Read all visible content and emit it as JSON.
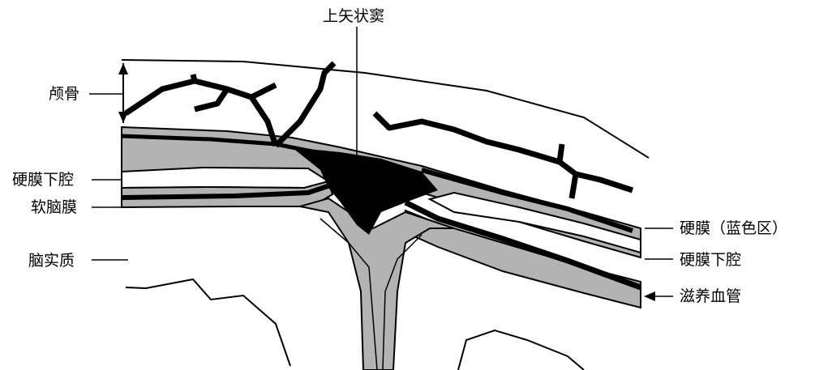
{
  "diagram": {
    "labels": {
      "sagittal_sinus": "上矢状窦",
      "skull": "颅骨",
      "subdural_left": "硬膜下腔",
      "pia": "软脑膜",
      "brain": "脑实质",
      "dura": "硬膜（蓝色区）",
      "subdural_right": "硬膜下腔",
      "vessel": "滋养血管"
    },
    "colors": {
      "ink": "#000000",
      "dura_fill": "#b3b3b3",
      "background": "#ffffff"
    }
  }
}
